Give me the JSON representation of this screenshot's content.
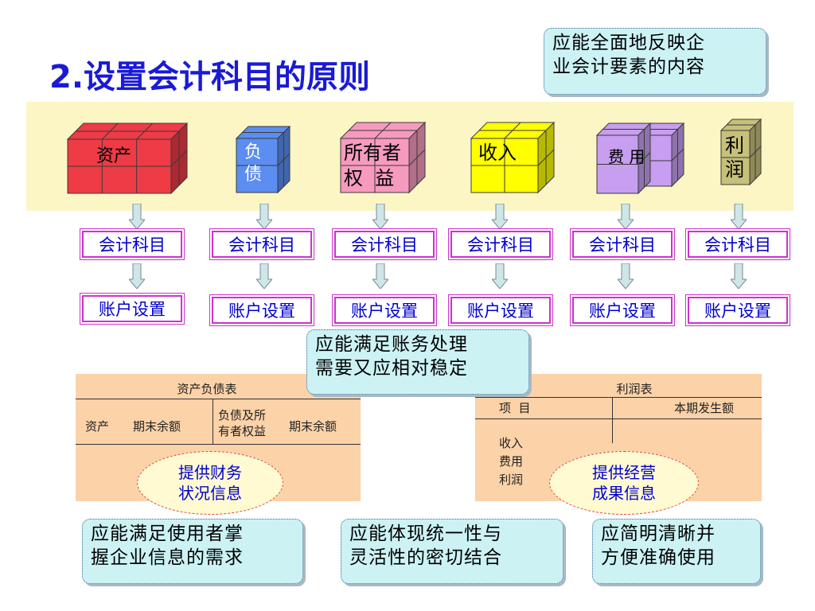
{
  "title": "2.设置会计科目的原则",
  "notes": {
    "top_right": [
      "应能全面地反映企",
      "业会计要素的内容"
    ],
    "middle": [
      "应能满足账务处理",
      "需要又应相对稳定"
    ],
    "bottom_left": [
      "应能满足使用者掌",
      "握企业信息的需求"
    ],
    "bottom_center": [
      "应能体现统一性与",
      "灵活性的密切结合"
    ],
    "bottom_right": [
      "应简明清晰并",
      "方便准确使用"
    ]
  },
  "elements": [
    {
      "label_lines": [
        "资产"
      ],
      "color": "#ee3b46"
    },
    {
      "label_lines": [
        "负",
        "债"
      ],
      "color": "#5b8ef0"
    },
    {
      "label_lines": [
        "所有者",
        "权  益"
      ],
      "color": "#f79ac0"
    },
    {
      "label_lines": [
        "收入"
      ],
      "color": "#ffff00"
    },
    {
      "label_lines": [
        "费 用"
      ],
      "color": "#c79ef0"
    },
    {
      "label_lines": [
        "利",
        "润"
      ],
      "color": "#c6c07a"
    }
  ],
  "account_subject_label": "会计科目",
  "account_setup_label": "账户设置",
  "balance_sheet": {
    "title": "资产负债表",
    "col_asset": "资产",
    "col_asset_end": "期末余额",
    "col_liab_lines": [
      "负债及所",
      "有者权益"
    ],
    "col_liab_end": "期末余额",
    "ellipse_lines": [
      "提供财务",
      "状况信息"
    ]
  },
  "income_statement": {
    "title": "利润表",
    "col_item": "项  目",
    "col_amount": "本期发生额",
    "rows": [
      "收入",
      "费用",
      "利润"
    ],
    "ellipse_lines": [
      "提供经营",
      "成果信息"
    ]
  },
  "colors": {
    "title": "#1a1ad6",
    "note_fill": "#ccf2f4",
    "band": "#fbf6c4",
    "tag_border": "#cc33cc",
    "tag_text": "#0000cc",
    "report_fill": "#fcd2a8",
    "ellipse_border": "#e24545",
    "arrow_fill": "#cfe6e8"
  }
}
